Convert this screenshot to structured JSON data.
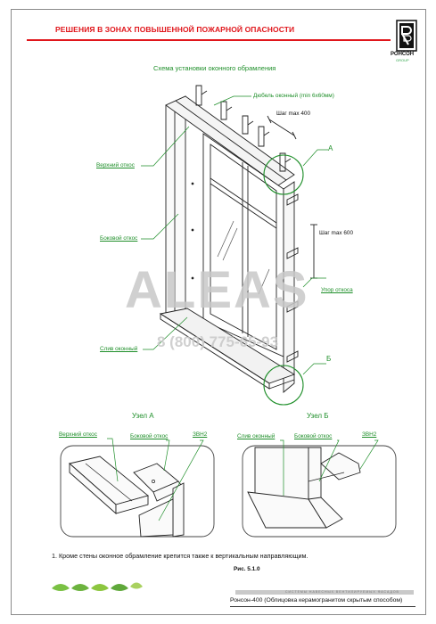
{
  "header": {
    "title": "РЕШЕНИЯ В ЗОНАХ ПОВЫШЕННОЙ ПОЖАРНОЙ ОПАСНОСТИ",
    "logo_text": "РОНСОН",
    "logo_sub": "GROUP",
    "accent_color": "#e0161b"
  },
  "scheme": {
    "title": "Схема установки оконного обрамления",
    "labels": {
      "dowel": "Дюбель оконный (min 6x60мм)",
      "step400": "Шаг max 400",
      "top_reveal": "Верхний откос",
      "side_reveal": "Боковой откос",
      "step600": "Шаг max 600",
      "stop": "Упор откоса",
      "sill": "Слив оконный",
      "node_a": "А",
      "node_b": "Б"
    },
    "label_color": "#1f8f2a"
  },
  "watermark": {
    "brand": "ALEAS",
    "phone": "8 (800) 775-65-93"
  },
  "nodes": {
    "a": {
      "title": "Узел  А",
      "top_reveal": "Верхний откос",
      "side_reveal": "Боковой откос",
      "fastener": "ЗВН2"
    },
    "b": {
      "title": "Узел  Б",
      "sill": "Слив оконный",
      "side_reveal": "Боковой откос",
      "fastener": "ЗВН2"
    }
  },
  "note": "1. Кроме стены оконное обрамление крепится также к вертикальным направляющим.",
  "figure": "Рис. 5.1.0",
  "footer": {
    "bar_text": "СИСТЕМЫ НАВЕСНЫХ ВЕНТИЛИРУЕМЫХ ФАСАДОВ",
    "text": "Ронсон-400 (Облицовка керамогранитом скрытым способом)"
  }
}
